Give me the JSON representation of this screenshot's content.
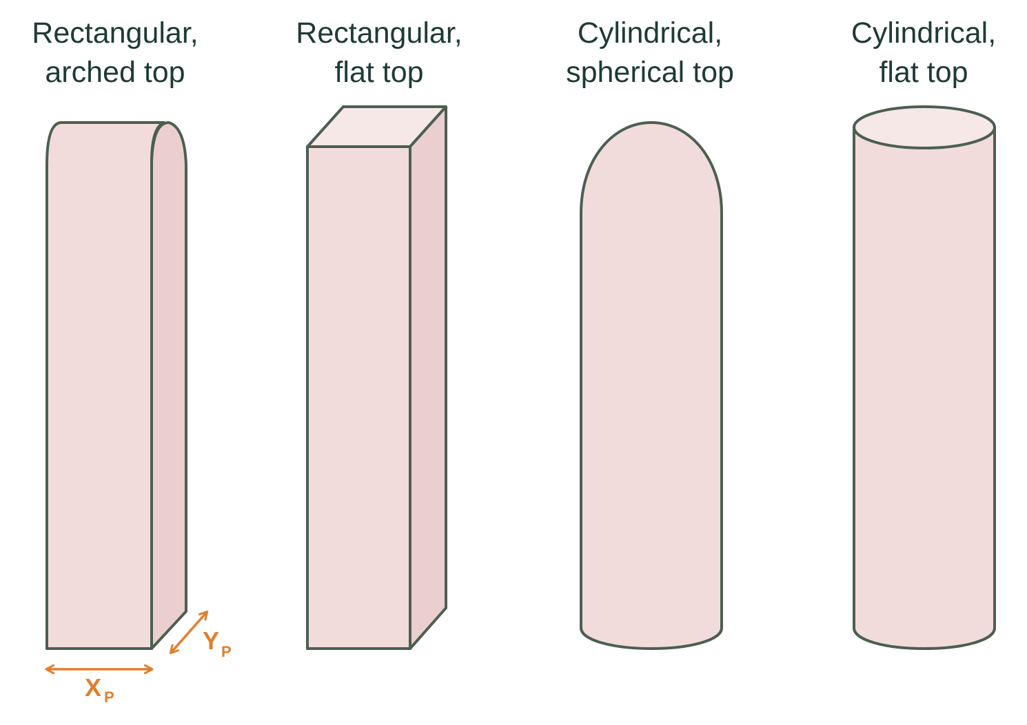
{
  "colors": {
    "text": "#1f3a36",
    "outline": "#4b5f50",
    "fill_front": "#f2dcdb",
    "fill_side": "#ebcfce",
    "fill_top": "#f6e8e7",
    "dimension": "#e07f2e"
  },
  "shapes": [
    {
      "id": "rect-arched",
      "line1": "Rectangular,",
      "line2": "arched top"
    },
    {
      "id": "rect-flat",
      "line1": "Rectangular,",
      "line2": "flat top"
    },
    {
      "id": "cyl-spherical",
      "line1": "Cylindrical,",
      "line2": "spherical top"
    },
    {
      "id": "cyl-flat",
      "line1": "Cylindrical,",
      "line2": "flat top"
    }
  ],
  "dimensions": {
    "x_main": "X",
    "x_sub": "P",
    "y_main": "Y",
    "y_sub": "P"
  }
}
